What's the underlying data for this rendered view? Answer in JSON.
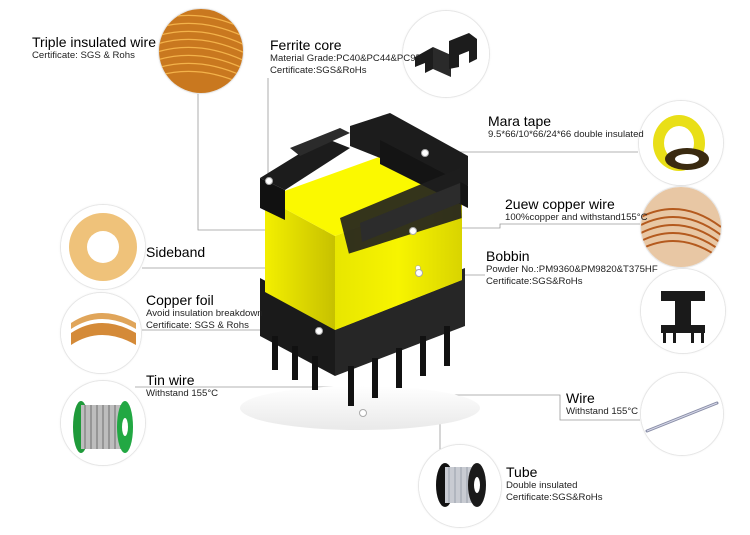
{
  "components": {
    "triple_wire": {
      "title": "Triple insulated wire",
      "lines": [
        "Certificate: SGS & Rohs"
      ]
    },
    "ferrite": {
      "title": "Ferrite core",
      "lines": [
        "Material Grade:PC40&PC44&PC95",
        "Certificate:SGS&RoHs"
      ]
    },
    "mara": {
      "title": "Mara tape",
      "lines": [
        "9.5*66/10*66/24*66 double insulated"
      ]
    },
    "copper_wire": {
      "title": "2uew copper wire",
      "lines": [
        "100%copper and withstand155°C"
      ]
    },
    "sideband": {
      "title": "Sideband",
      "lines": []
    },
    "bobbin": {
      "title": "Bobbin",
      "lines": [
        "Powder No.:PM9360&PM9820&T375HF",
        "Certificate:SGS&RoHs"
      ]
    },
    "copper_foil": {
      "title": "Copper foil",
      "lines": [
        "Avoid insulation breakdown",
        "Certificate: SGS & Rohs"
      ]
    },
    "tin_wire": {
      "title": "Tin wire",
      "lines": [
        "Withstand 155°C"
      ]
    },
    "wire": {
      "title": "Wire",
      "lines": [
        "Withstand 155°C"
      ]
    },
    "tube": {
      "title": "Tube",
      "lines": [
        "Double insulated",
        "Certificate:SGS&RoHs"
      ]
    }
  },
  "colors": {
    "tape_yellow": "#f2ee00",
    "bobbin_black": "#1c1c1c",
    "copper": "#c9742f",
    "leader": "#9a9a9a"
  }
}
